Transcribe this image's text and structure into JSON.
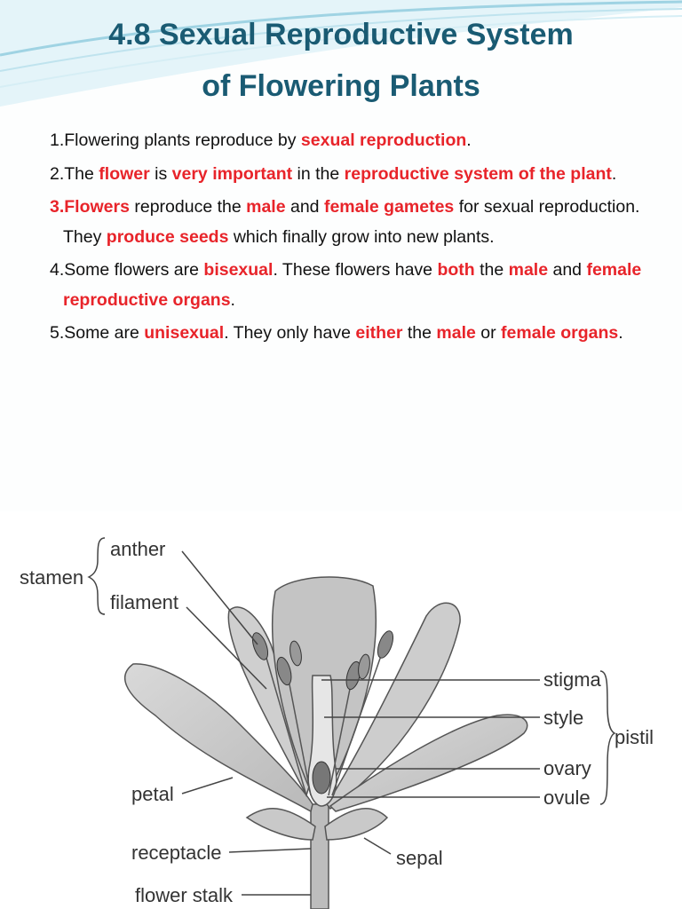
{
  "slide": {
    "title_line1": "4.8 Sexual Reproductive System",
    "title_line2": "of Flowering Plants"
  },
  "bullets": [
    [
      {
        "t": "1.Flowering plants reproduce by ",
        "hl": false
      },
      {
        "t": "sexual reproduction",
        "hl": true
      },
      {
        "t": ".",
        "hl": false
      }
    ],
    [
      {
        "t": "2.The ",
        "hl": false
      },
      {
        "t": "flower",
        "hl": true
      },
      {
        "t": " is ",
        "hl": false
      },
      {
        "t": "very important",
        "hl": true
      },
      {
        "t": " in the ",
        "hl": false
      },
      {
        "t": "reproductive system of the plant",
        "hl": true
      },
      {
        "t": ".",
        "hl": false
      }
    ],
    [
      {
        "t": "3.Flowers",
        "hl": true
      },
      {
        "t": " reproduce the ",
        "hl": false
      },
      {
        "t": "male",
        "hl": true
      },
      {
        "t": " and ",
        "hl": false
      },
      {
        "t": "female gametes",
        "hl": true
      },
      {
        "t": " for sexual reproduction. They ",
        "hl": false
      },
      {
        "t": "produce seeds",
        "hl": true
      },
      {
        "t": " which finally grow into new plants.",
        "hl": false
      }
    ],
    [
      {
        "t": "4.Some flowers are ",
        "hl": false
      },
      {
        "t": "bisexual",
        "hl": true
      },
      {
        "t": ". These flowers have ",
        "hl": false
      },
      {
        "t": "both",
        "hl": true
      },
      {
        "t": " the ",
        "hl": false
      },
      {
        "t": "male",
        "hl": true
      },
      {
        "t": " and ",
        "hl": false
      },
      {
        "t": "female reproductive organs",
        "hl": true
      },
      {
        "t": ".",
        "hl": false
      }
    ],
    [
      {
        "t": "5.Some are ",
        "hl": false
      },
      {
        "t": "unisexual",
        "hl": true
      },
      {
        "t": ". They only have ",
        "hl": false
      },
      {
        "t": "either",
        "hl": true
      },
      {
        "t": " the ",
        "hl": false
      },
      {
        "t": "male",
        "hl": true
      },
      {
        "t": " or ",
        "hl": false
      },
      {
        "t": "female organs",
        "hl": true
      },
      {
        "t": ".",
        "hl": false
      }
    ]
  ],
  "diagram": {
    "labels": {
      "stamen": "stamen",
      "anther": "anther",
      "filament": "filament",
      "stigma": "stigma",
      "style": "style",
      "pistil": "pistil",
      "ovary": "ovary",
      "ovule": "ovule",
      "petal": "petal",
      "receptacle": "receptacle",
      "sepal": "sepal",
      "flower_stalk": "flower stalk"
    }
  },
  "colors": {
    "title": "#1a5b73",
    "highlight": "#e8242a",
    "swoosh": "#9fd3e3"
  }
}
